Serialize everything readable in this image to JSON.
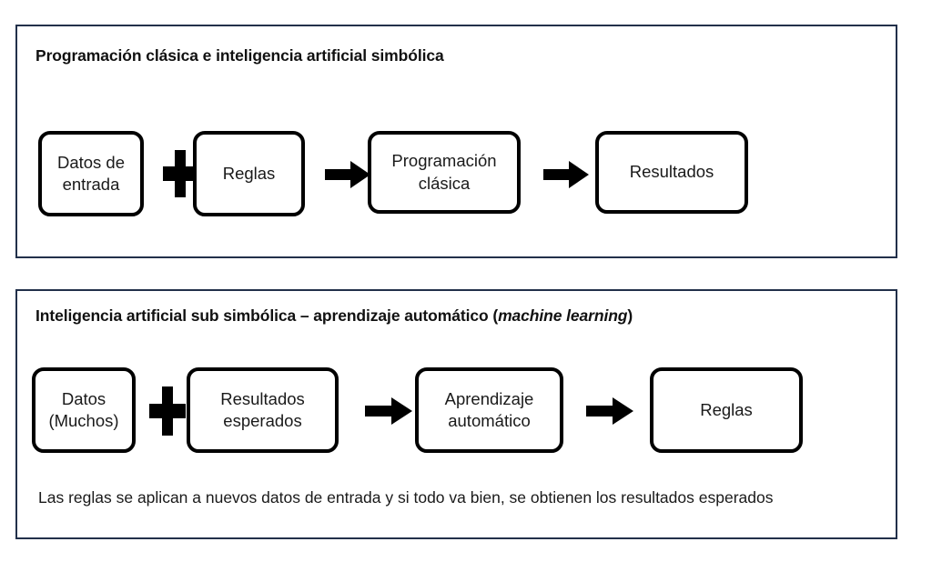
{
  "panels": [
    {
      "id": "classic",
      "title": "Programación clásica e inteligencia artificial simbólica",
      "boxes": [
        {
          "name": "datos-entrada",
          "line1": "Datos de",
          "line2": "entrada"
        },
        {
          "name": "reglas-entrada",
          "line1": "Reglas",
          "line2": ""
        },
        {
          "name": "programacion-clasica",
          "line1": "Programación",
          "line2": "clásica"
        },
        {
          "name": "resultados",
          "line1": "Resultados",
          "line2": ""
        }
      ],
      "connectors": [
        {
          "name": "plus",
          "glyph": "plus-icon"
        },
        {
          "name": "arrow-1",
          "glyph": "arrow-right-icon"
        },
        {
          "name": "arrow-2",
          "glyph": "arrow-right-icon"
        }
      ]
    },
    {
      "id": "ml",
      "title_plain_before": "Inteligencia artificial sub simbólica – aprendizaje automático (",
      "title_italic": "machine learning",
      "title_plain_after": ")",
      "boxes": [
        {
          "name": "datos-muchos",
          "line1": "Datos",
          "line2": "(Muchos)"
        },
        {
          "name": "resultados-esperados",
          "line1": "Resultados",
          "line2": "esperados"
        },
        {
          "name": "aprendizaje-automatico",
          "line1": "Aprendizaje",
          "line2": "automático"
        },
        {
          "name": "reglas-salida",
          "line1": "Reglas",
          "line2": ""
        }
      ],
      "connectors": [
        {
          "name": "plus",
          "glyph": "plus-icon"
        },
        {
          "name": "arrow-1",
          "glyph": "arrow-right-icon"
        },
        {
          "name": "arrow-2",
          "glyph": "arrow-right-icon"
        }
      ],
      "caption": "Las reglas se aplican a nuevos datos de entrada y si todo va bien, se obtienen los resultados esperados"
    }
  ],
  "colors": {
    "panel_border": "#22304a",
    "box_border": "#000000",
    "connector": "#000000",
    "text": "#1a1a1a",
    "background": "#ffffff"
  }
}
